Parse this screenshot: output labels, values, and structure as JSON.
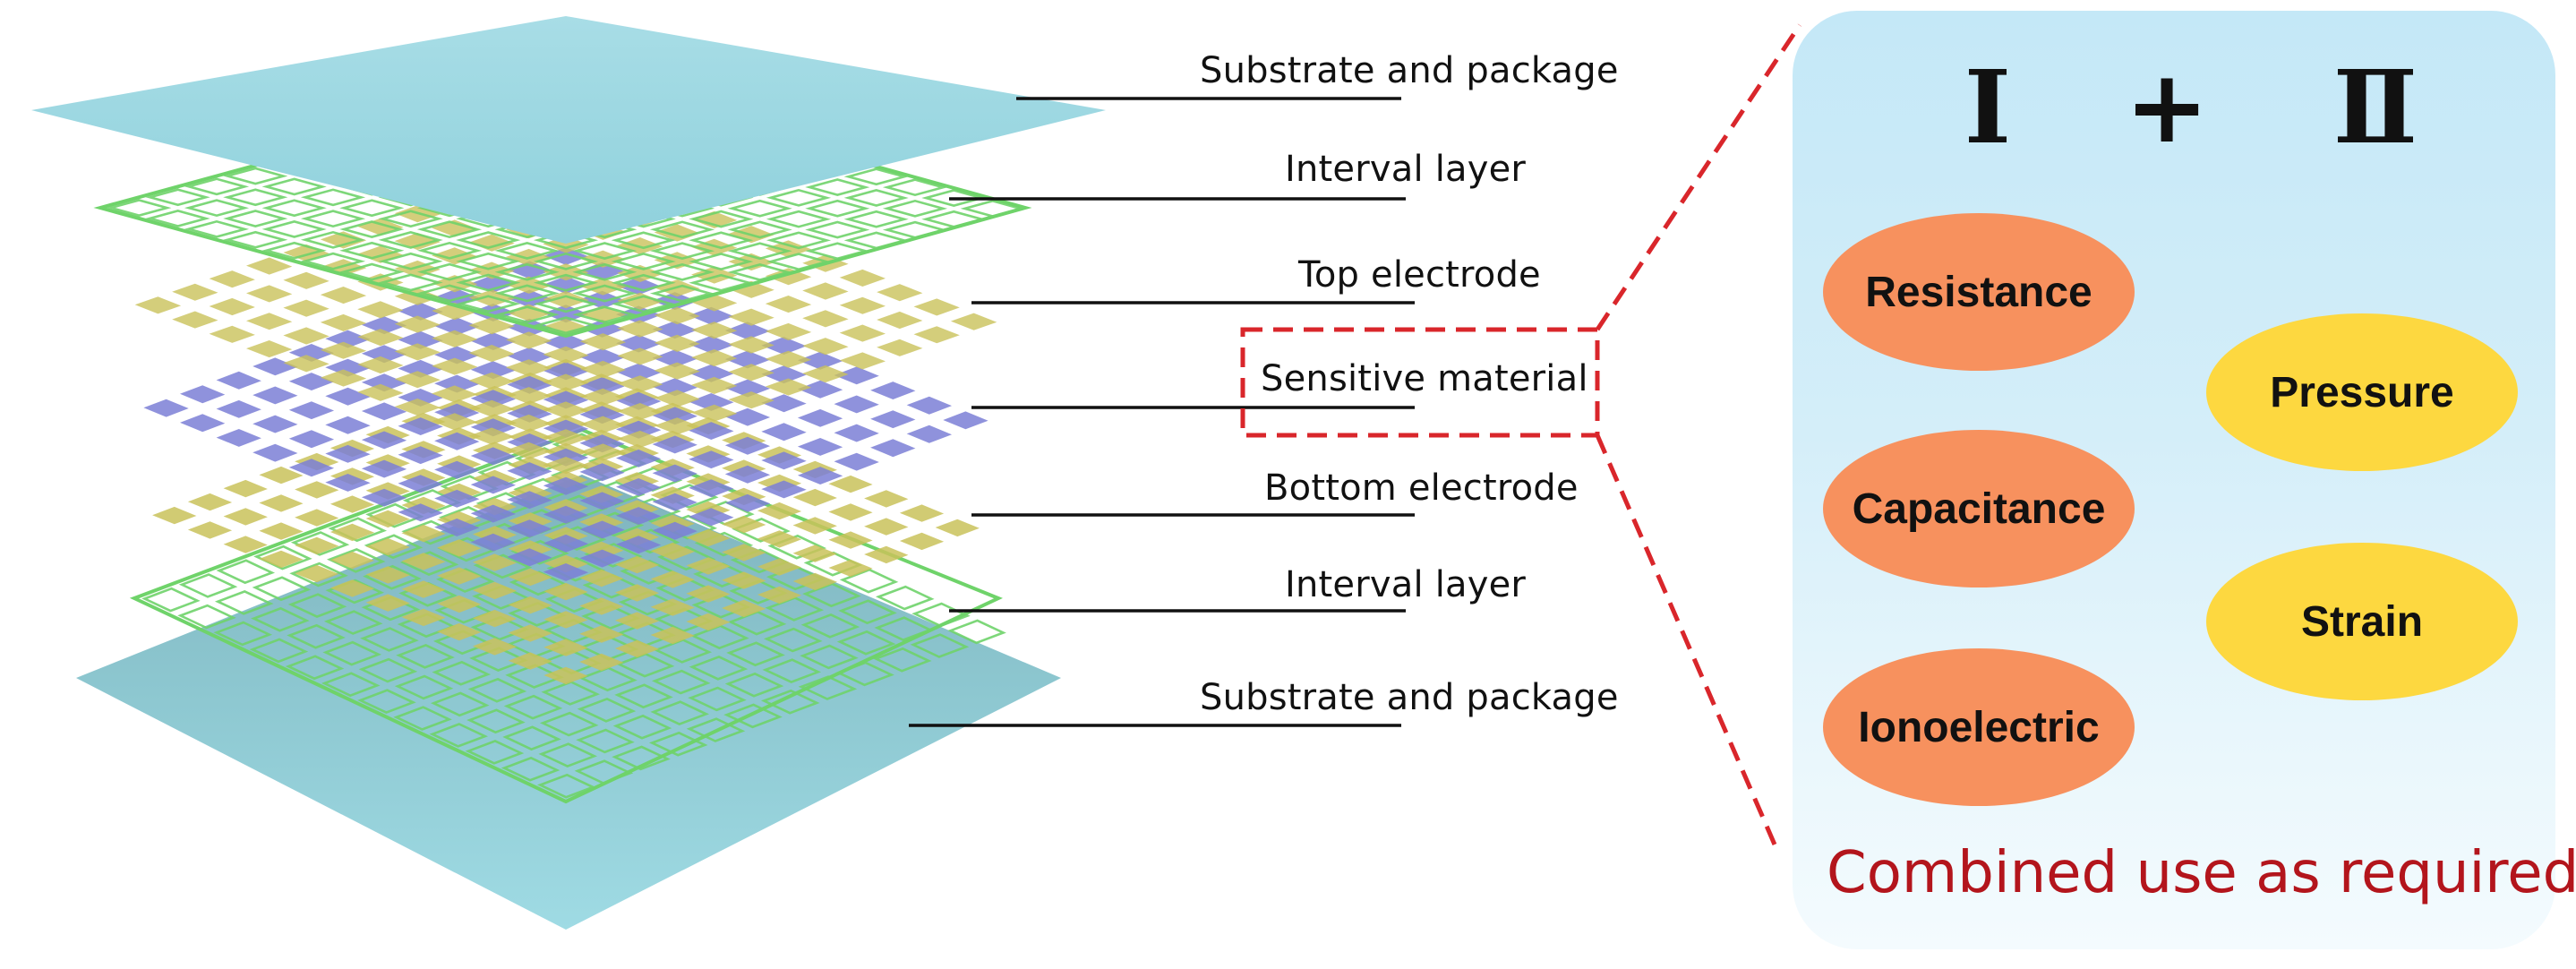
{
  "diagram": {
    "layer_labels": [
      "Substrate and package",
      "Interval layer",
      "Top electrode",
      "Sensitive material",
      "Bottom electrode",
      "Interval layer",
      "Substrate and package"
    ],
    "highlighted_layer": "Sensitive material"
  },
  "panel": {
    "roman_one": "Ⅰ",
    "plus": "+",
    "roman_two": "Ⅱ",
    "type_one_mechanisms": [
      "Resistance",
      "Capacitance",
      "Ionoelectric"
    ],
    "type_two_stimuli": [
      "Pressure",
      "Strain"
    ],
    "footer": "Combined use as required"
  },
  "colors": {
    "substrate": "#8fd3de",
    "interval_grid": "#6fd36a",
    "electrode": "#c9c25a",
    "sensitive": "#7b7fd6",
    "callout_dash": "#d9262b",
    "panel_top": "#c4e8f7",
    "oval_orange": "#f7915e",
    "oval_yellow": "#fdd840",
    "footer_text": "#b3151c"
  }
}
